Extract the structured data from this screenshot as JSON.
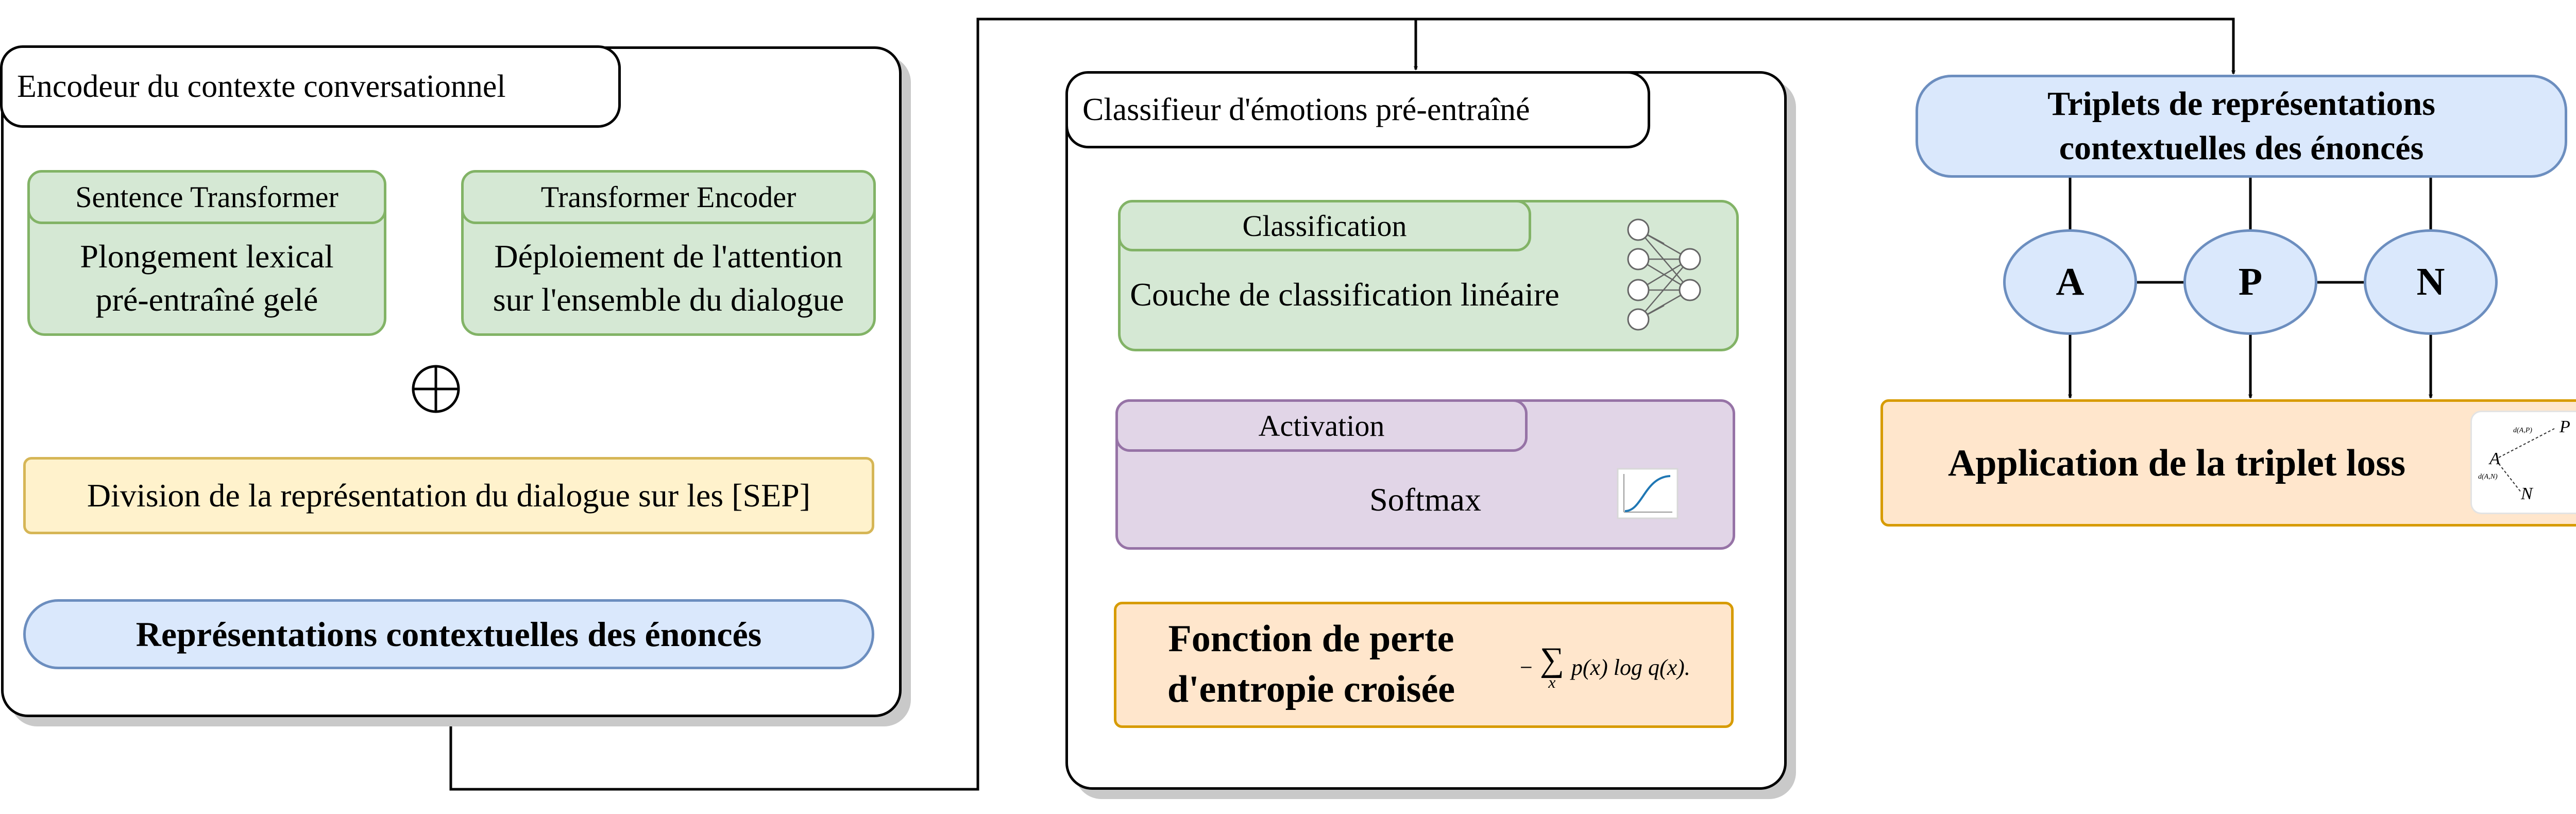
{
  "colors": {
    "green_fill": "#d5e8d4",
    "green_stroke": "#82b366",
    "yellow_fill": "#fff2cc",
    "yellow_stroke": "#d6b656",
    "blue_fill": "#dae8fc",
    "blue_stroke": "#6c8ebf",
    "purple_fill": "#e1d5e7",
    "purple_stroke": "#9673a6",
    "orange_fill": "#ffe6cc",
    "orange_stroke": "#d79b00"
  },
  "encoder": {
    "title": "Encodeur du contexte conversationnel",
    "sentence_transformer": {
      "tab": "Sentence Transformer",
      "body": "Plongement lexical\npré-entraîné gelé"
    },
    "transformer_encoder": {
      "tab": "Transformer Encoder",
      "body": "Déploiement de l'attention\nsur l'ensemble du dialogue"
    },
    "combine_icon": "circle-plus-icon",
    "division": "Division de la représentation du dialogue sur les [SEP]",
    "output": "Représentations contextuelles des énoncés"
  },
  "classifier": {
    "title": "Classifieur d'émotions pré-entraîné",
    "classification": {
      "tab": "Classification",
      "body": "Couche de classification linéaire",
      "icon": "neural-network-icon"
    },
    "activation": {
      "tab": "Activation",
      "body": "Softmax",
      "icon": "sigmoid-curve-icon"
    },
    "loss": {
      "body": "Fonction de perte\nd'entropie croisée",
      "formula": {
        "neg": "−",
        "sigma": "∑",
        "sub": "x",
        "text": "p(x) log q(x)."
      }
    }
  },
  "triplet": {
    "title": "Triplets de représentations\ncontextuelles des énoncés",
    "nodes": [
      "A",
      "P",
      "N"
    ],
    "loss": "Application de la triplet loss",
    "diagram": {
      "icon": "triplet-geometry-icon",
      "anchor": "A",
      "positive": "P",
      "negative": "N",
      "d_pos": "d(A,P)",
      "d_neg": "d(A,N)"
    }
  }
}
